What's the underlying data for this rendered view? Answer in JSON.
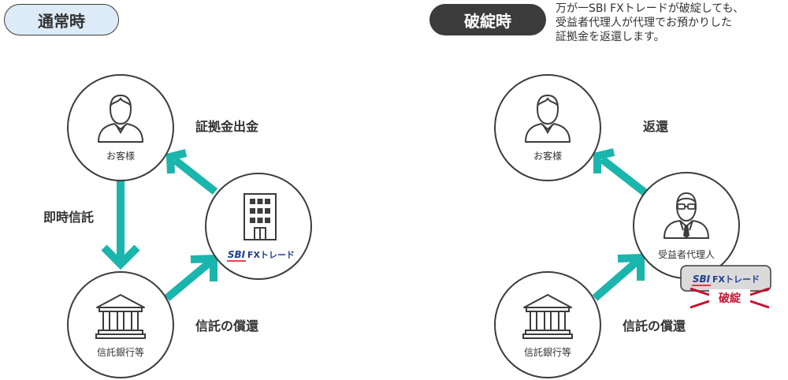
{
  "colors": {
    "arrow": "#1ab5ad",
    "stroke": "#3c3c3c",
    "pill_normal_bg": "#dcebf7",
    "pill_failure_bg": "#3c3c3c",
    "red": "#c8102e",
    "sbi_blue": "#1e3f8f",
    "sbi_red": "#e60012"
  },
  "left": {
    "badge": "通常時",
    "customer": "お客様",
    "bank": "信託銀行等",
    "sbi_brand": "SBI",
    "sbi_name": "FXトレード",
    "flow_withdrawal": "証拠金出金",
    "flow_trust": "即時信託",
    "flow_repay": "信託の償還"
  },
  "right": {
    "badge": "破綻時",
    "note_lines": [
      "万が一SBI FXトレードが破綻しても、",
      "受益者代理人が代理でお預かりした",
      "証拠金を返還します。"
    ],
    "customer": "お客様",
    "agent": "受益者代理人",
    "bank": "信託銀行等",
    "sbi_brand": "SBI",
    "sbi_name": "FXトレード",
    "failed_label": "破綻",
    "flow_return": "返還",
    "flow_repay": "信託の償還"
  },
  "icons": {
    "customer": "person-icon",
    "bank": "bank-building-icon",
    "company": "office-building-icon",
    "agent": "agent-with-glasses-icon"
  }
}
